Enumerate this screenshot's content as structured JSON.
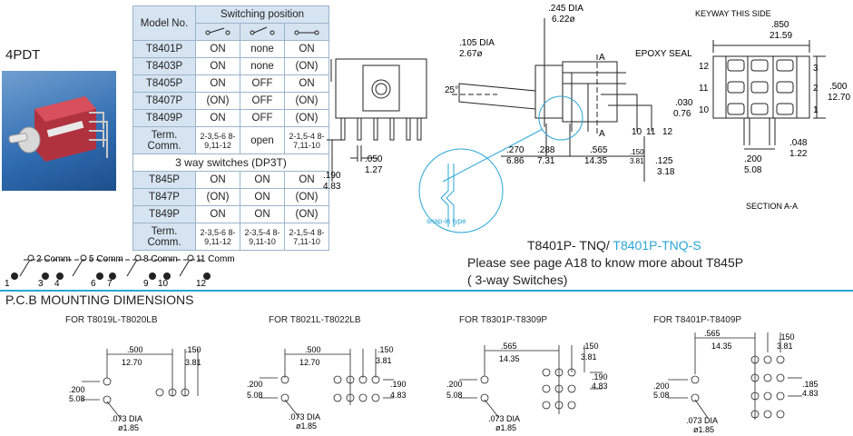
{
  "label_4pdt": "4PDT",
  "table": {
    "header_model": "Model No.",
    "header_switching": "Switching position",
    "rows_2way": [
      {
        "model": "T8401P",
        "p1": "ON",
        "p2": "none",
        "p3": "ON"
      },
      {
        "model": "T8403P",
        "p1": "ON",
        "p2": "none",
        "p3": "(ON)"
      },
      {
        "model": "T8405P",
        "p1": "ON",
        "p2": "OFF",
        "p3": "ON"
      },
      {
        "model": "T8407P",
        "p1": "(ON)",
        "p2": "OFF",
        "p3": "(ON)"
      },
      {
        "model": "T8409P",
        "p1": "ON",
        "p2": "OFF",
        "p3": "(ON)"
      }
    ],
    "term_label": "Term. Comm.",
    "term_2way": {
      "p1": "2-3,5-6 8-9,11-12",
      "p2": "open",
      "p3": "2-1,5-4 8-7,11-10"
    },
    "section_3way": "3 way switches (DP3T)",
    "rows_3way": [
      {
        "model": "T845P",
        "p1": "ON",
        "p2": "ON",
        "p3": "ON"
      },
      {
        "model": "T847P",
        "p1": "(ON)",
        "p2": "ON",
        "p3": "(ON)"
      },
      {
        "model": "T849P",
        "p1": "ON",
        "p2": "ON",
        "p3": "(ON)"
      }
    ],
    "term_3way": {
      "p1": "2-3,5-6 8-9,11-12",
      "p2": "2-3,5-4 8-9,11-10",
      "p3": "2-1,5-4 8-7,11-10"
    }
  },
  "schematic": {
    "comm_labels": [
      "2 Comm",
      "5 Comm",
      "8 Comm",
      "11 Comm"
    ],
    "pins": [
      "1",
      "3",
      "4",
      "6",
      "7",
      "9",
      "10",
      "12"
    ]
  },
  "side_view": {
    "dim_190": ".190",
    "dim_483": "4.83",
    "dim_050": ".050",
    "dim_127": "1.27"
  },
  "front_view": {
    "dia_105": ".105 DIA",
    "dia_267": "2.67ø",
    "angle": "25°",
    "dia_245": ".245 DIA",
    "dia_622": "6.22ø",
    "epoxy": "EPOXY SEAL",
    "section_mark": "A",
    "dim_030": ".030",
    "dim_076": "0.76",
    "pins": [
      "10",
      "11",
      "12"
    ],
    "dim_270": ".270",
    "dim_686": "6.86",
    "dim_288": ".288",
    "dim_731": "7.31",
    "dim_565": ".565",
    "dim_1435": "14.35",
    "dim_150": ".150",
    "dim_381": "3.81",
    "dim_125": ".125",
    "dim_318": "3.18",
    "snap_in": "snap-in type"
  },
  "section_view": {
    "keyway": "KEYWAY THIS SIDE",
    "dim_850": ".850",
    "dim_2159": "21.59",
    "left_pins": [
      "12",
      "11",
      "10"
    ],
    "right_pins": [
      "3",
      "2",
      "1"
    ],
    "dim_500": ".500",
    "dim_1270": "12.70",
    "dim_048": ".048",
    "dim_122": "1.22",
    "dim_200": ".200",
    "dim_508": "5.08",
    "caption": "SECTION A-A"
  },
  "series_title": "T8401P- TNQ/",
  "series_title_blue": "T8401P-TNQ-S",
  "note_line1": "Please see page A18 to know more about T845P",
  "note_line2": "( 3-way Switches)",
  "pcb": {
    "title": "P.C.B MOUNTING DIMENSIONS",
    "colors": {
      "accent": "#2aa6d6",
      "table_header": "#d6e4f1"
    },
    "blocks": [
      {
        "title": "FOR T8019L-T8020LB",
        "w_in": ".500",
        "w_mm": "12.70",
        "p_in": ".150",
        "p_mm": "3.81",
        "v_in": ".200",
        "v_mm": "5.08",
        "dia_in": ".073 DIA",
        "dia_mm": "ø1.85"
      },
      {
        "title": "FOR T8021L-T8022LB",
        "w_in": ".500",
        "w_mm": "12.70",
        "p_in": ".150",
        "p_mm": "3.81",
        "v_in": ".200",
        "v_mm": "5.08",
        "r_in": ".190",
        "r_mm": "4.83",
        "dia_in": ".073 DIA",
        "dia_mm": "ø1.85"
      },
      {
        "title": "FOR T8301P-T8309P",
        "w_in": ".565",
        "w_mm": "14.35",
        "p_in": ".150",
        "p_mm": "3.81",
        "v_in": ".200",
        "v_mm": "5.08",
        "r_in": ".190",
        "r_mm": "4.83",
        "dia_in": ".073 DIA",
        "dia_mm": "ø1.85"
      },
      {
        "title": "FOR T8401P-T8409P",
        "w_in": ".565",
        "w_mm": "14.35",
        "p_in": ".150",
        "p_mm": "3.81",
        "v_in": ".200",
        "v_mm": "5.08",
        "r_in": ".185",
        "r_mm": "4.83",
        "dia_in": ".073 DIA",
        "dia_mm": "ø1.85"
      }
    ]
  }
}
